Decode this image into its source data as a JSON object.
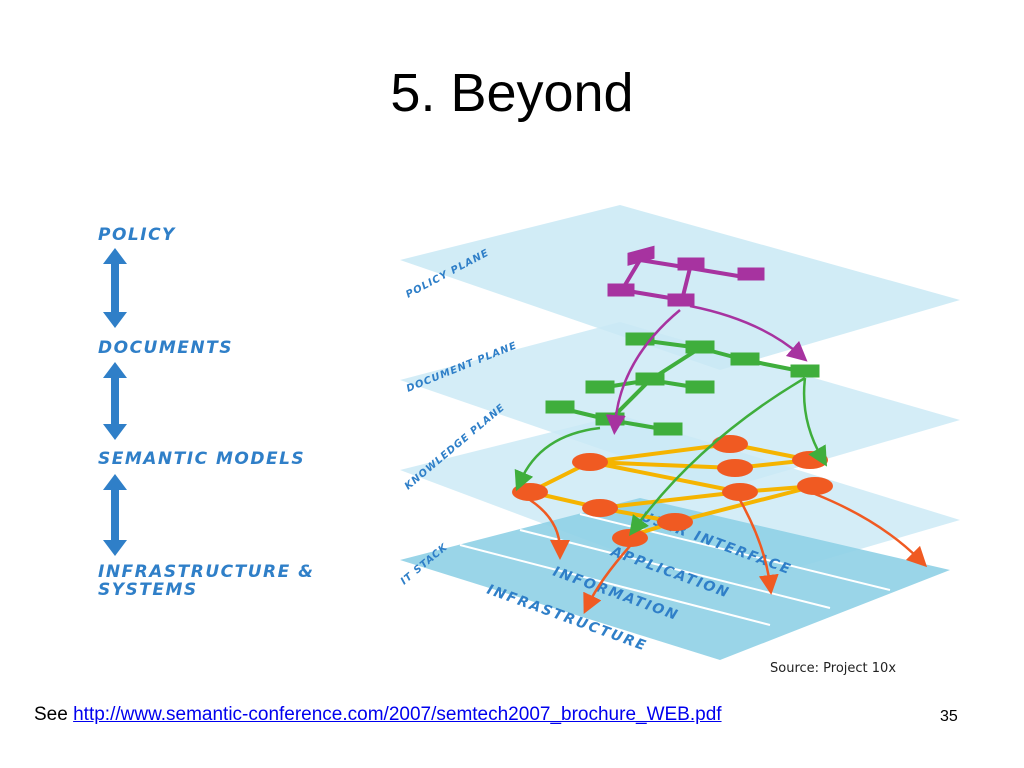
{
  "slide": {
    "title": "5. Beyond",
    "page_number": "35"
  },
  "left_column": {
    "labels": [
      "POLICY",
      "DOCUMENTS",
      "SEMANTIC MODELS",
      "INFRASTRUCTURE &",
      "SYSTEMS"
    ]
  },
  "diagram": {
    "plane_labels": [
      "POLICY PLANE",
      "DOCUMENT PLANE",
      "KNOWLEDGE PLANE",
      "IT STACK"
    ],
    "stack_layers": [
      "USER INTERFACE",
      "APPLICATION",
      "INFORMATION",
      "INFRASTRUCTURE"
    ],
    "source": "Source: Project 10x",
    "colors": {
      "plane": "#c9e9f5",
      "stack": "#8fd0e6",
      "policy_nodes": "#a733a0",
      "document_nodes": "#3fae3c",
      "knowledge_nodes": "#f05a22",
      "knowledge_links": "#f5b400",
      "arrows_label": "#2f7fc8"
    }
  },
  "footer": {
    "prefix": "See",
    "link_text": "http://www.semantic-conference.com/2007/semtech2007_brochure_WEB.pdf"
  }
}
